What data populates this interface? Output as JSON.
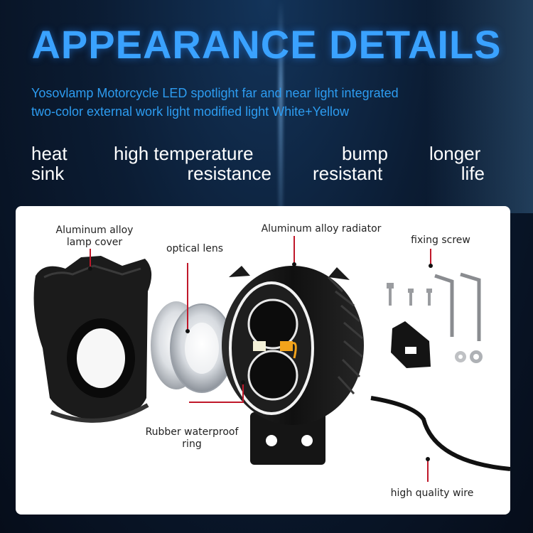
{
  "header": {
    "title": "APPEARANCE DETAILS",
    "subtitle_line1": "Yosovlamp Motorcycle LED spotlight far and near light integrated",
    "subtitle_line2": "two-color external work light modified light White+Yellow"
  },
  "features": [
    {
      "line1": "heat",
      "line2": "sink"
    },
    {
      "line1": "high temperature",
      "line2": "resistance"
    },
    {
      "line1": "bump",
      "line2": "resistant"
    },
    {
      "line1": "longer",
      "line2": "life"
    }
  ],
  "diagram": {
    "labels": {
      "cover_line1": "Aluminum alloy",
      "cover_line2": "lamp cover",
      "lens": "optical lens",
      "radiator": "Aluminum alloy radiator",
      "screw": "fixing screw",
      "ring_line1": "Rubber waterproof",
      "ring_line2": "ring",
      "wire": "high quality wire"
    },
    "colors": {
      "leader_line": "#c0182a",
      "body": "#161616",
      "led_white": "#f4f1d8",
      "led_yellow": "#f2a31b"
    }
  }
}
